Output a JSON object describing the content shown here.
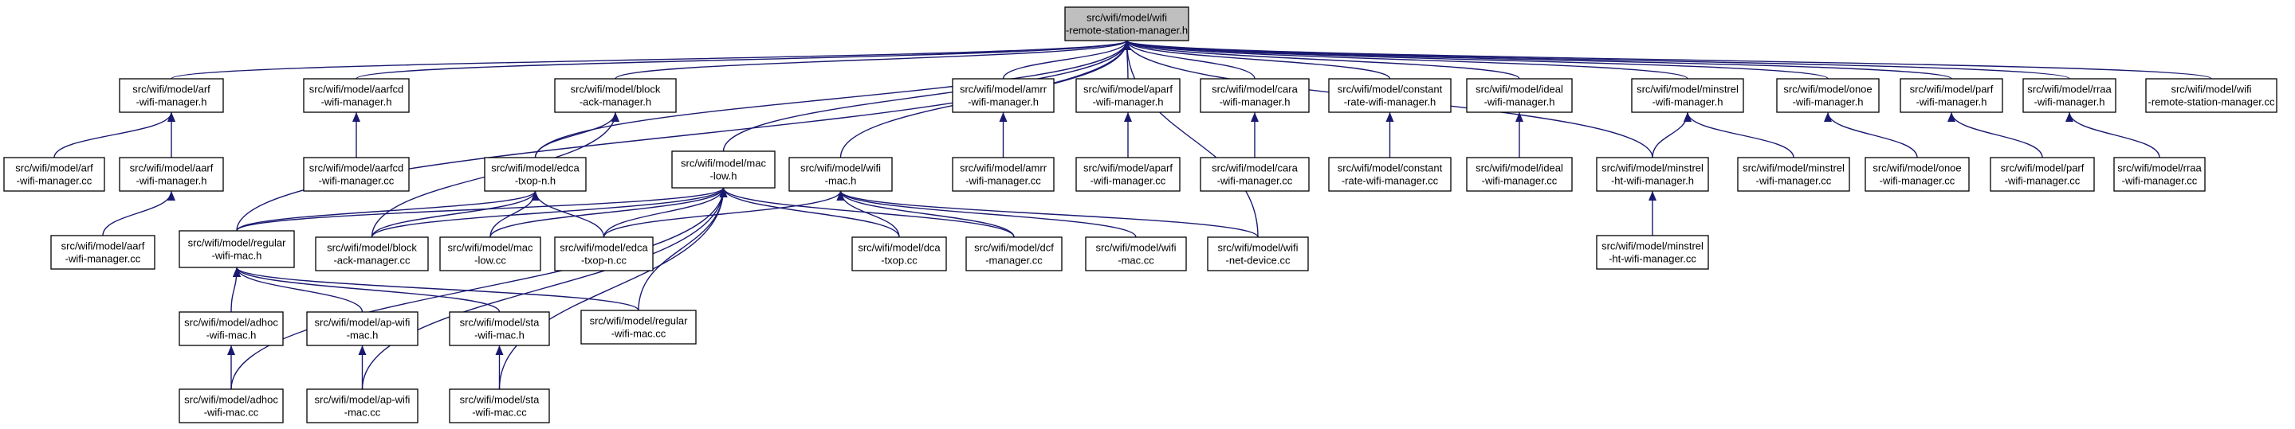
{
  "diagram": {
    "nodes": [
      {
        "id": "root",
        "lines": [
          "src/wifi/model/wifi",
          "-remote-station-manager.h"
        ],
        "root": true
      },
      {
        "id": "arf_h",
        "lines": [
          "src/wifi/model/arf",
          "-wifi-manager.h"
        ]
      },
      {
        "id": "aarfcd_h",
        "lines": [
          "src/wifi/model/aarfcd",
          "-wifi-manager.h"
        ]
      },
      {
        "id": "block_h",
        "lines": [
          "src/wifi/model/block",
          "-ack-manager.h"
        ]
      },
      {
        "id": "amrr_h",
        "lines": [
          "src/wifi/model/amrr",
          "-wifi-manager.h"
        ]
      },
      {
        "id": "aparf_h",
        "lines": [
          "src/wifi/model/aparf",
          "-wifi-manager.h"
        ]
      },
      {
        "id": "cara_h",
        "lines": [
          "src/wifi/model/cara",
          "-wifi-manager.h"
        ]
      },
      {
        "id": "const_h",
        "lines": [
          "src/wifi/model/constant",
          "-rate-wifi-manager.h"
        ]
      },
      {
        "id": "ideal_h",
        "lines": [
          "src/wifi/model/ideal",
          "-wifi-manager.h"
        ]
      },
      {
        "id": "minstrel_h",
        "lines": [
          "src/wifi/model/minstrel",
          "-wifi-manager.h"
        ]
      },
      {
        "id": "onoe_h",
        "lines": [
          "src/wifi/model/onoe",
          "-wifi-manager.h"
        ]
      },
      {
        "id": "parf_h",
        "lines": [
          "src/wifi/model/parf",
          "-wifi-manager.h"
        ]
      },
      {
        "id": "rraa_h",
        "lines": [
          "src/wifi/model/rraa",
          "-wifi-manager.h"
        ]
      },
      {
        "id": "rsm_cc",
        "lines": [
          "src/wifi/model/wifi",
          "-remote-station-manager.cc"
        ]
      },
      {
        "id": "arf_cc",
        "lines": [
          "src/wifi/model/arf",
          "-wifi-manager.cc"
        ]
      },
      {
        "id": "aarf_h",
        "lines": [
          "src/wifi/model/aarf",
          "-wifi-manager.h"
        ]
      },
      {
        "id": "aarfcd_cc",
        "lines": [
          "src/wifi/model/aarfcd",
          "-wifi-manager.cc"
        ]
      },
      {
        "id": "edca_h",
        "lines": [
          "src/wifi/model/edca",
          "-txop-n.h"
        ]
      },
      {
        "id": "maclow_h",
        "lines": [
          "src/wifi/model/mac",
          "-low.h"
        ]
      },
      {
        "id": "wifimac_h",
        "lines": [
          "src/wifi/model/wifi",
          "-mac.h"
        ]
      },
      {
        "id": "amrr_cc",
        "lines": [
          "src/wifi/model/amrr",
          "-wifi-manager.cc"
        ]
      },
      {
        "id": "aparf_cc",
        "lines": [
          "src/wifi/model/aparf",
          "-wifi-manager.cc"
        ]
      },
      {
        "id": "cara_cc",
        "lines": [
          "src/wifi/model/cara",
          "-wifi-manager.cc"
        ]
      },
      {
        "id": "const_cc",
        "lines": [
          "src/wifi/model/constant",
          "-rate-wifi-manager.cc"
        ]
      },
      {
        "id": "ideal_cc",
        "lines": [
          "src/wifi/model/ideal",
          "-wifi-manager.cc"
        ]
      },
      {
        "id": "minstrelht_h",
        "lines": [
          "src/wifi/model/minstrel",
          "-ht-wifi-manager.h"
        ]
      },
      {
        "id": "minstrel_cc",
        "lines": [
          "src/wifi/model/minstrel",
          "-wifi-manager.cc"
        ]
      },
      {
        "id": "onoe_cc",
        "lines": [
          "src/wifi/model/onoe",
          "-wifi-manager.cc"
        ]
      },
      {
        "id": "parf_cc",
        "lines": [
          "src/wifi/model/parf",
          "-wifi-manager.cc"
        ]
      },
      {
        "id": "rraa_cc",
        "lines": [
          "src/wifi/model/rraa",
          "-wifi-manager.cc"
        ]
      },
      {
        "id": "aarf_cc",
        "lines": [
          "src/wifi/model/aarf",
          "-wifi-manager.cc"
        ]
      },
      {
        "id": "regular_h",
        "lines": [
          "src/wifi/model/regular",
          "-wifi-mac.h"
        ]
      },
      {
        "id": "block_cc",
        "lines": [
          "src/wifi/model/block",
          "-ack-manager.cc"
        ]
      },
      {
        "id": "maclow_cc",
        "lines": [
          "src/wifi/model/mac",
          "-low.cc"
        ]
      },
      {
        "id": "edca_cc",
        "lines": [
          "src/wifi/model/edca",
          "-txop-n.cc"
        ]
      },
      {
        "id": "dca_cc",
        "lines": [
          "src/wifi/model/dca",
          "-txop.cc"
        ]
      },
      {
        "id": "dcf_cc",
        "lines": [
          "src/wifi/model/dcf",
          "-manager.cc"
        ]
      },
      {
        "id": "wifimac_cc",
        "lines": [
          "src/wifi/model/wifi",
          "-mac.cc"
        ]
      },
      {
        "id": "netdev_cc",
        "lines": [
          "src/wifi/model/wifi",
          "-net-device.cc"
        ]
      },
      {
        "id": "minstrelht_cc",
        "lines": [
          "src/wifi/model/minstrel",
          "-ht-wifi-manager.cc"
        ]
      },
      {
        "id": "adhoc_h",
        "lines": [
          "src/wifi/model/adhoc",
          "-wifi-mac.h"
        ]
      },
      {
        "id": "ap_h",
        "lines": [
          "src/wifi/model/ap-wifi",
          "-mac.h"
        ]
      },
      {
        "id": "sta_h",
        "lines": [
          "src/wifi/model/sta",
          "-wifi-mac.h"
        ]
      },
      {
        "id": "regular_cc",
        "lines": [
          "src/wifi/model/regular",
          "-wifi-mac.cc"
        ]
      },
      {
        "id": "adhoc_cc",
        "lines": [
          "src/wifi/model/adhoc",
          "-wifi-mac.cc"
        ]
      },
      {
        "id": "ap_cc",
        "lines": [
          "src/wifi/model/ap-wifi",
          "-mac.cc"
        ]
      },
      {
        "id": "sta_cc",
        "lines": [
          "src/wifi/model/sta",
          "-wifi-mac.cc"
        ]
      }
    ],
    "edges": [
      [
        "arf_h",
        "root"
      ],
      [
        "aarfcd_h",
        "root"
      ],
      [
        "block_h",
        "root"
      ],
      [
        "amrr_h",
        "root"
      ],
      [
        "aparf_h",
        "root"
      ],
      [
        "cara_h",
        "root"
      ],
      [
        "const_h",
        "root"
      ],
      [
        "ideal_h",
        "root"
      ],
      [
        "minstrel_h",
        "root"
      ],
      [
        "onoe_h",
        "root"
      ],
      [
        "parf_h",
        "root"
      ],
      [
        "rraa_h",
        "root"
      ],
      [
        "rsm_cc",
        "root"
      ],
      [
        "edca_h",
        "root"
      ],
      [
        "maclow_h",
        "root"
      ],
      [
        "wifimac_h",
        "root"
      ],
      [
        "regular_h",
        "root"
      ],
      [
        "netdev_cc",
        "root"
      ],
      [
        "minstrelht_h",
        "root"
      ],
      [
        "arf_cc",
        "arf_h"
      ],
      [
        "aarf_h",
        "arf_h"
      ],
      [
        "aarf_cc",
        "aarf_h"
      ],
      [
        "aarfcd_cc",
        "aarfcd_h"
      ],
      [
        "edca_h",
        "block_h"
      ],
      [
        "block_cc",
        "block_h"
      ],
      [
        "amrr_cc",
        "amrr_h"
      ],
      [
        "aparf_cc",
        "aparf_h"
      ],
      [
        "cara_cc",
        "cara_h"
      ],
      [
        "const_cc",
        "const_h"
      ],
      [
        "ideal_cc",
        "ideal_h"
      ],
      [
        "minstrelht_h",
        "minstrel_h"
      ],
      [
        "minstrel_cc",
        "minstrel_h"
      ],
      [
        "minstrelht_cc",
        "minstrelht_h"
      ],
      [
        "onoe_cc",
        "onoe_h"
      ],
      [
        "parf_cc",
        "parf_h"
      ],
      [
        "rraa_cc",
        "rraa_h"
      ],
      [
        "regular_h",
        "edca_h"
      ],
      [
        "block_cc",
        "edca_h"
      ],
      [
        "maclow_cc",
        "edca_h"
      ],
      [
        "edca_cc",
        "edca_h"
      ],
      [
        "regular_h",
        "maclow_h"
      ],
      [
        "block_cc",
        "maclow_h"
      ],
      [
        "edca_cc",
        "maclow_h"
      ],
      [
        "maclow_cc",
        "maclow_h"
      ],
      [
        "dca_cc",
        "maclow_h"
      ],
      [
        "dcf_cc",
        "maclow_h"
      ],
      [
        "regular_cc",
        "maclow_h"
      ],
      [
        "adhoc_cc",
        "maclow_h"
      ],
      [
        "ap_cc",
        "maclow_h"
      ],
      [
        "sta_cc",
        "maclow_h"
      ],
      [
        "edca_cc",
        "wifimac_h"
      ],
      [
        "dca_cc",
        "wifimac_h"
      ],
      [
        "dcf_cc",
        "wifimac_h"
      ],
      [
        "wifimac_cc",
        "wifimac_h"
      ],
      [
        "netdev_cc",
        "wifimac_h"
      ],
      [
        "adhoc_h",
        "regular_h"
      ],
      [
        "ap_h",
        "regular_h"
      ],
      [
        "sta_h",
        "regular_h"
      ],
      [
        "regular_cc",
        "regular_h"
      ],
      [
        "adhoc_cc",
        "adhoc_h"
      ],
      [
        "ap_cc",
        "ap_h"
      ],
      [
        "sta_cc",
        "sta_h"
      ]
    ]
  }
}
